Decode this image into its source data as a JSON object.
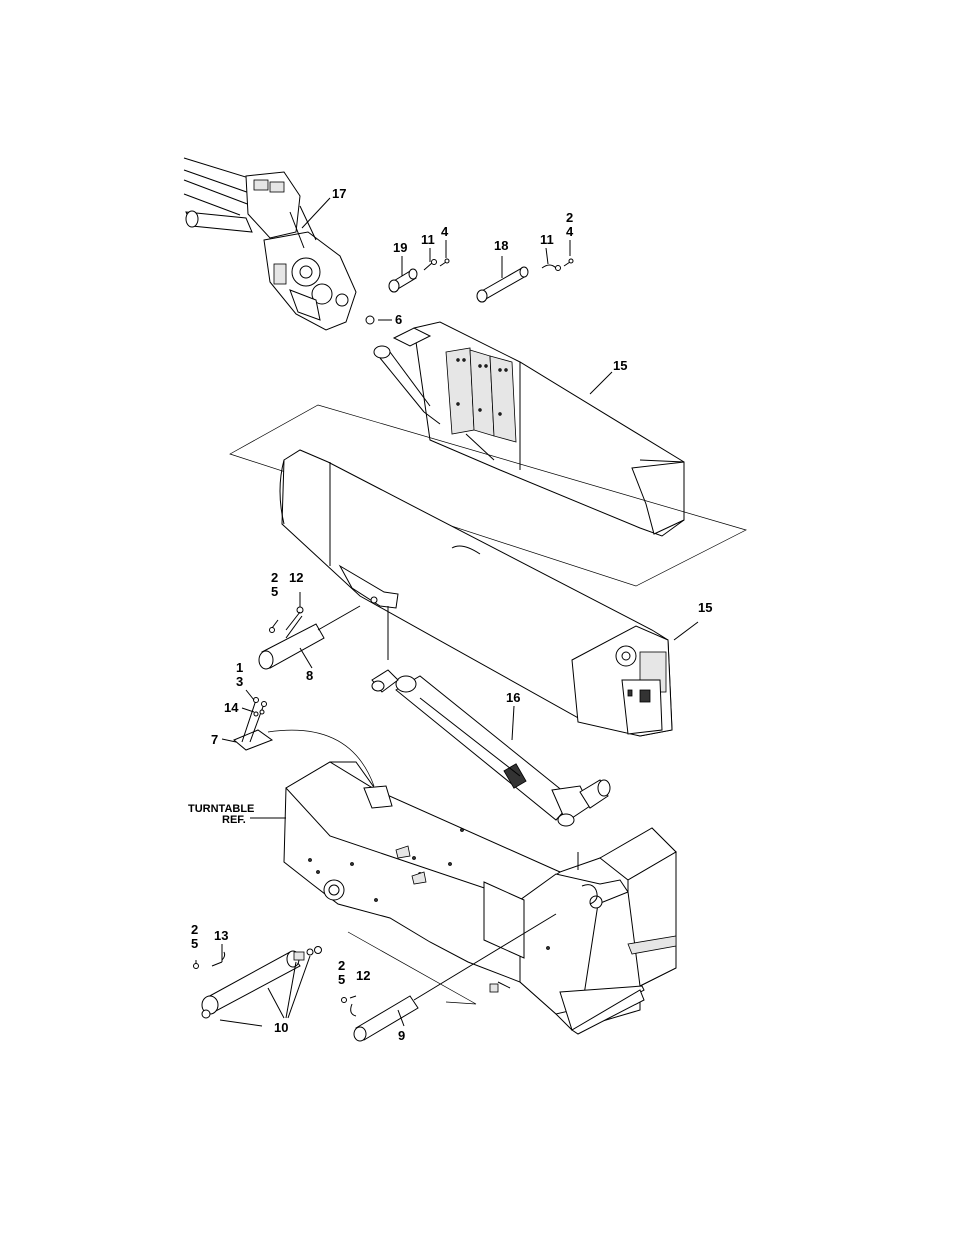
{
  "callouts": {
    "c17": "17",
    "c19": "19",
    "c11a": "11",
    "c4a": "4",
    "c18": "18",
    "c11b": "11",
    "c2a": "2",
    "c4b": "4",
    "c6": "6",
    "c15a": "15",
    "c2b": "2",
    "c5b": "5",
    "c12b": "12",
    "c15b": "15",
    "c1": "1",
    "c3": "3",
    "c8": "8",
    "c14": "14",
    "c16": "16",
    "c7": "7",
    "turntable_line1": "TURNTABLE",
    "turntable_line2": "REF.",
    "c2c": "2",
    "c5c": "5",
    "c13": "13",
    "c2d": "2",
    "c5d": "5",
    "c12d": "12",
    "c10": "10",
    "c9": "9"
  }
}
